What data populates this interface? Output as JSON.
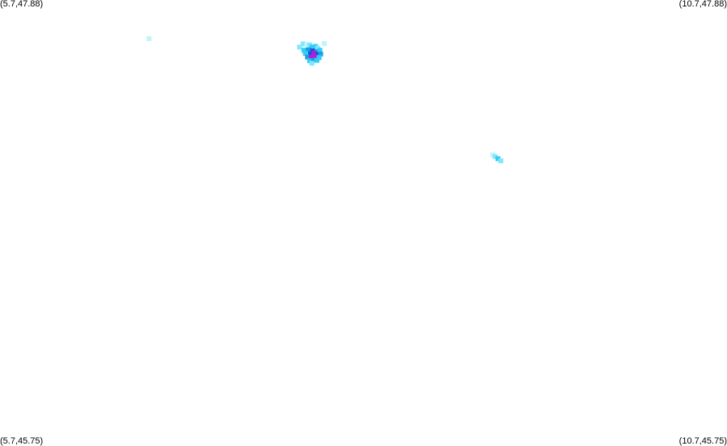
{
  "corners": {
    "top_left": "(5.7,47.88)",
    "top_right": "(10.7,47.88)",
    "bottom_left": "(5.7,45.75)",
    "bottom_right": "(10.7,45.75)"
  },
  "bounds": {
    "lon_min": 5.7,
    "lon_max": 10.7,
    "lat_min": 45.75,
    "lat_max": 47.88
  },
  "colors": {
    "background": "#ffffff",
    "label": "#000000",
    "levels": [
      "#bff4ff",
      "#7fe8ff",
      "#33ccf5",
      "#1a9de6",
      "#1f4fd6",
      "#b01fd9"
    ]
  },
  "chart_data": {
    "type": "heatmap",
    "points": [
      {
        "lon": 6.725,
        "lat": 47.695,
        "level": 1
      },
      {
        "lon": 7.76,
        "lat": 47.655,
        "level": 2
      },
      {
        "lon": 7.785,
        "lat": 47.67,
        "level": 2
      },
      {
        "lon": 7.81,
        "lat": 47.667,
        "level": 1
      },
      {
        "lon": 7.83,
        "lat": 47.665,
        "level": 2
      },
      {
        "lon": 7.845,
        "lat": 47.655,
        "level": 3
      },
      {
        "lon": 7.87,
        "lat": 47.658,
        "level": 3
      },
      {
        "lon": 7.885,
        "lat": 47.65,
        "level": 2
      },
      {
        "lon": 7.93,
        "lat": 47.672,
        "level": 1
      },
      {
        "lon": 7.79,
        "lat": 47.64,
        "level": 3
      },
      {
        "lon": 7.82,
        "lat": 47.642,
        "level": 4
      },
      {
        "lon": 7.85,
        "lat": 47.637,
        "level": 5
      },
      {
        "lon": 7.88,
        "lat": 47.633,
        "level": 4
      },
      {
        "lon": 7.9,
        "lat": 47.64,
        "level": 3
      },
      {
        "lon": 7.8,
        "lat": 47.625,
        "level": 3
      },
      {
        "lon": 7.835,
        "lat": 47.622,
        "level": 5
      },
      {
        "lon": 7.86,
        "lat": 47.625,
        "level": 6
      },
      {
        "lon": 7.885,
        "lat": 47.62,
        "level": 5
      },
      {
        "lon": 7.905,
        "lat": 47.622,
        "level": 4
      },
      {
        "lon": 7.815,
        "lat": 47.607,
        "level": 4
      },
      {
        "lon": 7.84,
        "lat": 47.605,
        "level": 6
      },
      {
        "lon": 7.865,
        "lat": 47.61,
        "level": 6
      },
      {
        "lon": 7.895,
        "lat": 47.605,
        "level": 3
      },
      {
        "lon": 7.83,
        "lat": 47.59,
        "level": 3
      },
      {
        "lon": 7.855,
        "lat": 47.592,
        "level": 4
      },
      {
        "lon": 7.88,
        "lat": 47.592,
        "level": 3
      },
      {
        "lon": 7.845,
        "lat": 47.578,
        "level": 2
      },
      {
        "lon": 9.09,
        "lat": 47.14,
        "level": 1
      },
      {
        "lon": 9.105,
        "lat": 47.132,
        "level": 2
      },
      {
        "lon": 9.125,
        "lat": 47.122,
        "level": 3
      },
      {
        "lon": 9.145,
        "lat": 47.112,
        "level": 2
      }
    ]
  }
}
